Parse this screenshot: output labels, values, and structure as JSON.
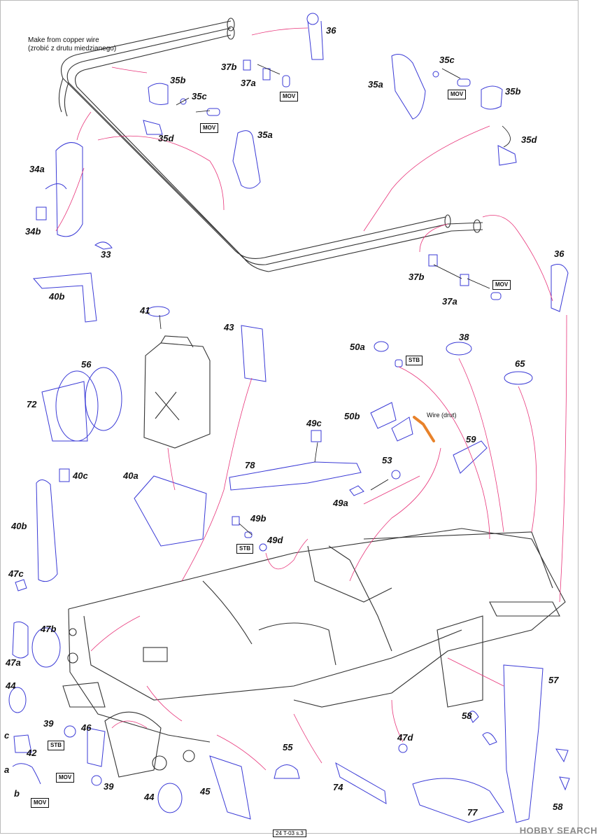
{
  "note": {
    "line1": "Make from copper wire",
    "line2": "(zrobić z drutu miedzianego)"
  },
  "wire_note": "Wire (drut)",
  "labels": {
    "p36_top": "36",
    "p37b_top": "37b",
    "p37a_top": "37a",
    "p35b_l": "35b",
    "p35c_l": "35c",
    "p35d_l": "35d",
    "p35a_l": "35a",
    "p35c_r": "35c",
    "p35a_r": "35a",
    "p35b_r": "35b",
    "p35d_r": "35d",
    "p34a": "34a",
    "p34b": "34b",
    "p33": "33",
    "p37b_r": "37b",
    "p37a_r": "37a",
    "p36_r": "36",
    "p40b_top": "40b",
    "p41": "41",
    "p43": "43",
    "p56": "56",
    "p72": "72",
    "p40c": "40c",
    "p40a": "40a",
    "p40b_bot": "40b",
    "p50a": "50a",
    "p38": "38",
    "p65": "65",
    "p50b": "50b",
    "p49c": "49c",
    "p59": "59",
    "p78": "78",
    "p53": "53",
    "p49a": "49a",
    "p49b": "49b",
    "p49d": "49d",
    "p47c": "47c",
    "p47b": "47b",
    "p47a": "47a",
    "p44_l": "44",
    "p39_l": "39",
    "p46": "46",
    "p42": "42",
    "pc": "c",
    "pa": "a",
    "pb": "b",
    "p39_b": "39",
    "p44_b": "44",
    "p45": "45",
    "p55": "55",
    "p74": "74",
    "p47d": "47d",
    "p57": "57",
    "p58_t": "58",
    "p58_b": "58",
    "p77": "77"
  },
  "tags": {
    "mov1": "MOV",
    "mov2": "MOV",
    "mov3": "MOV",
    "mov4": "MOV",
    "mov5": "MOV",
    "mov6": "MOV",
    "stb1": "STB",
    "stb2": "STB",
    "stb3": "STB"
  },
  "footer": "24 T-03 s.3",
  "watermark": "HOBBY SEARCH",
  "colors": {
    "leader": "#e8357a",
    "part": "#3a3ad6",
    "outline": "#222222",
    "wire": "#e8822a"
  }
}
